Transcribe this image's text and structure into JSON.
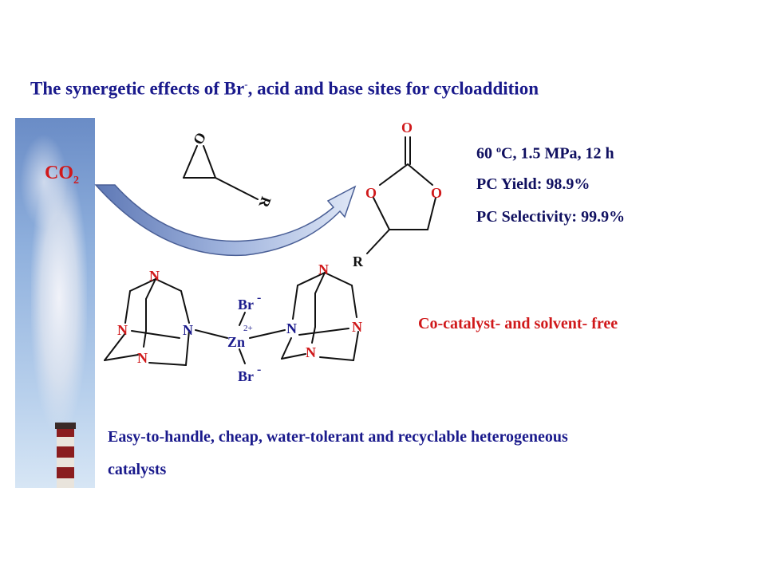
{
  "title": {
    "main": "The synergetic effects of Br",
    "sup": "-",
    "rest": ", acid and base sites for cycloaddition"
  },
  "co2": {
    "text": "CO",
    "sub": "2"
  },
  "conditions": {
    "line1_pre": "60 ",
    "line1_sup": "o",
    "line1_post": "C, 1.5 MPa, 12 h",
    "yield": "PC Yield: 98.9%",
    "selectivity": "PC Selectivity: 99.9%"
  },
  "cocatalyst_note": "Co-catalyst- and solvent- free",
  "catalyst_note": {
    "line1": "Easy-to-handle, cheap, water-tolerant and recyclable heterogeneous",
    "line2": "catalysts"
  },
  "epoxide": {
    "o": "O",
    "r": "R"
  },
  "carbonate": {
    "o_top": "O",
    "o_left": "O",
    "o_right": "O",
    "r": "R"
  },
  "complex": {
    "n": "N",
    "zn": "Zn",
    "charge": "2+",
    "br": "Br",
    "br_charge": "-"
  },
  "colors": {
    "title": "#1a1a8c",
    "red": "#d0191b",
    "arrow": "#7f97c8"
  }
}
